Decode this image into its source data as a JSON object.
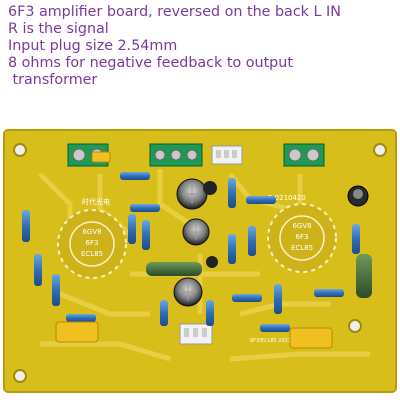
{
  "caption": {
    "lines": [
      "6F3 amplifier board, reversed on the back L IN",
      "R is the signal",
      "Input plug size 2.54mm",
      "8 ohms for negative feedback to output",
      " transformer"
    ]
  },
  "board": {
    "tube_socket_left_labels": [
      "6GV8",
      "6F3",
      "ECL85"
    ],
    "tube_socket_right_labels": [
      "6GV8",
      "6F3",
      "ECL85"
    ],
    "silkscreen_left": "时代光电",
    "silkscreen_right_top": "2 0210420",
    "silkscreen_bottom": "6F3/ECL85 2021.10"
  },
  "colors": {
    "caption_text": "#7a3a9a",
    "pcb": "#d8be1a",
    "background": "#ffffff"
  }
}
